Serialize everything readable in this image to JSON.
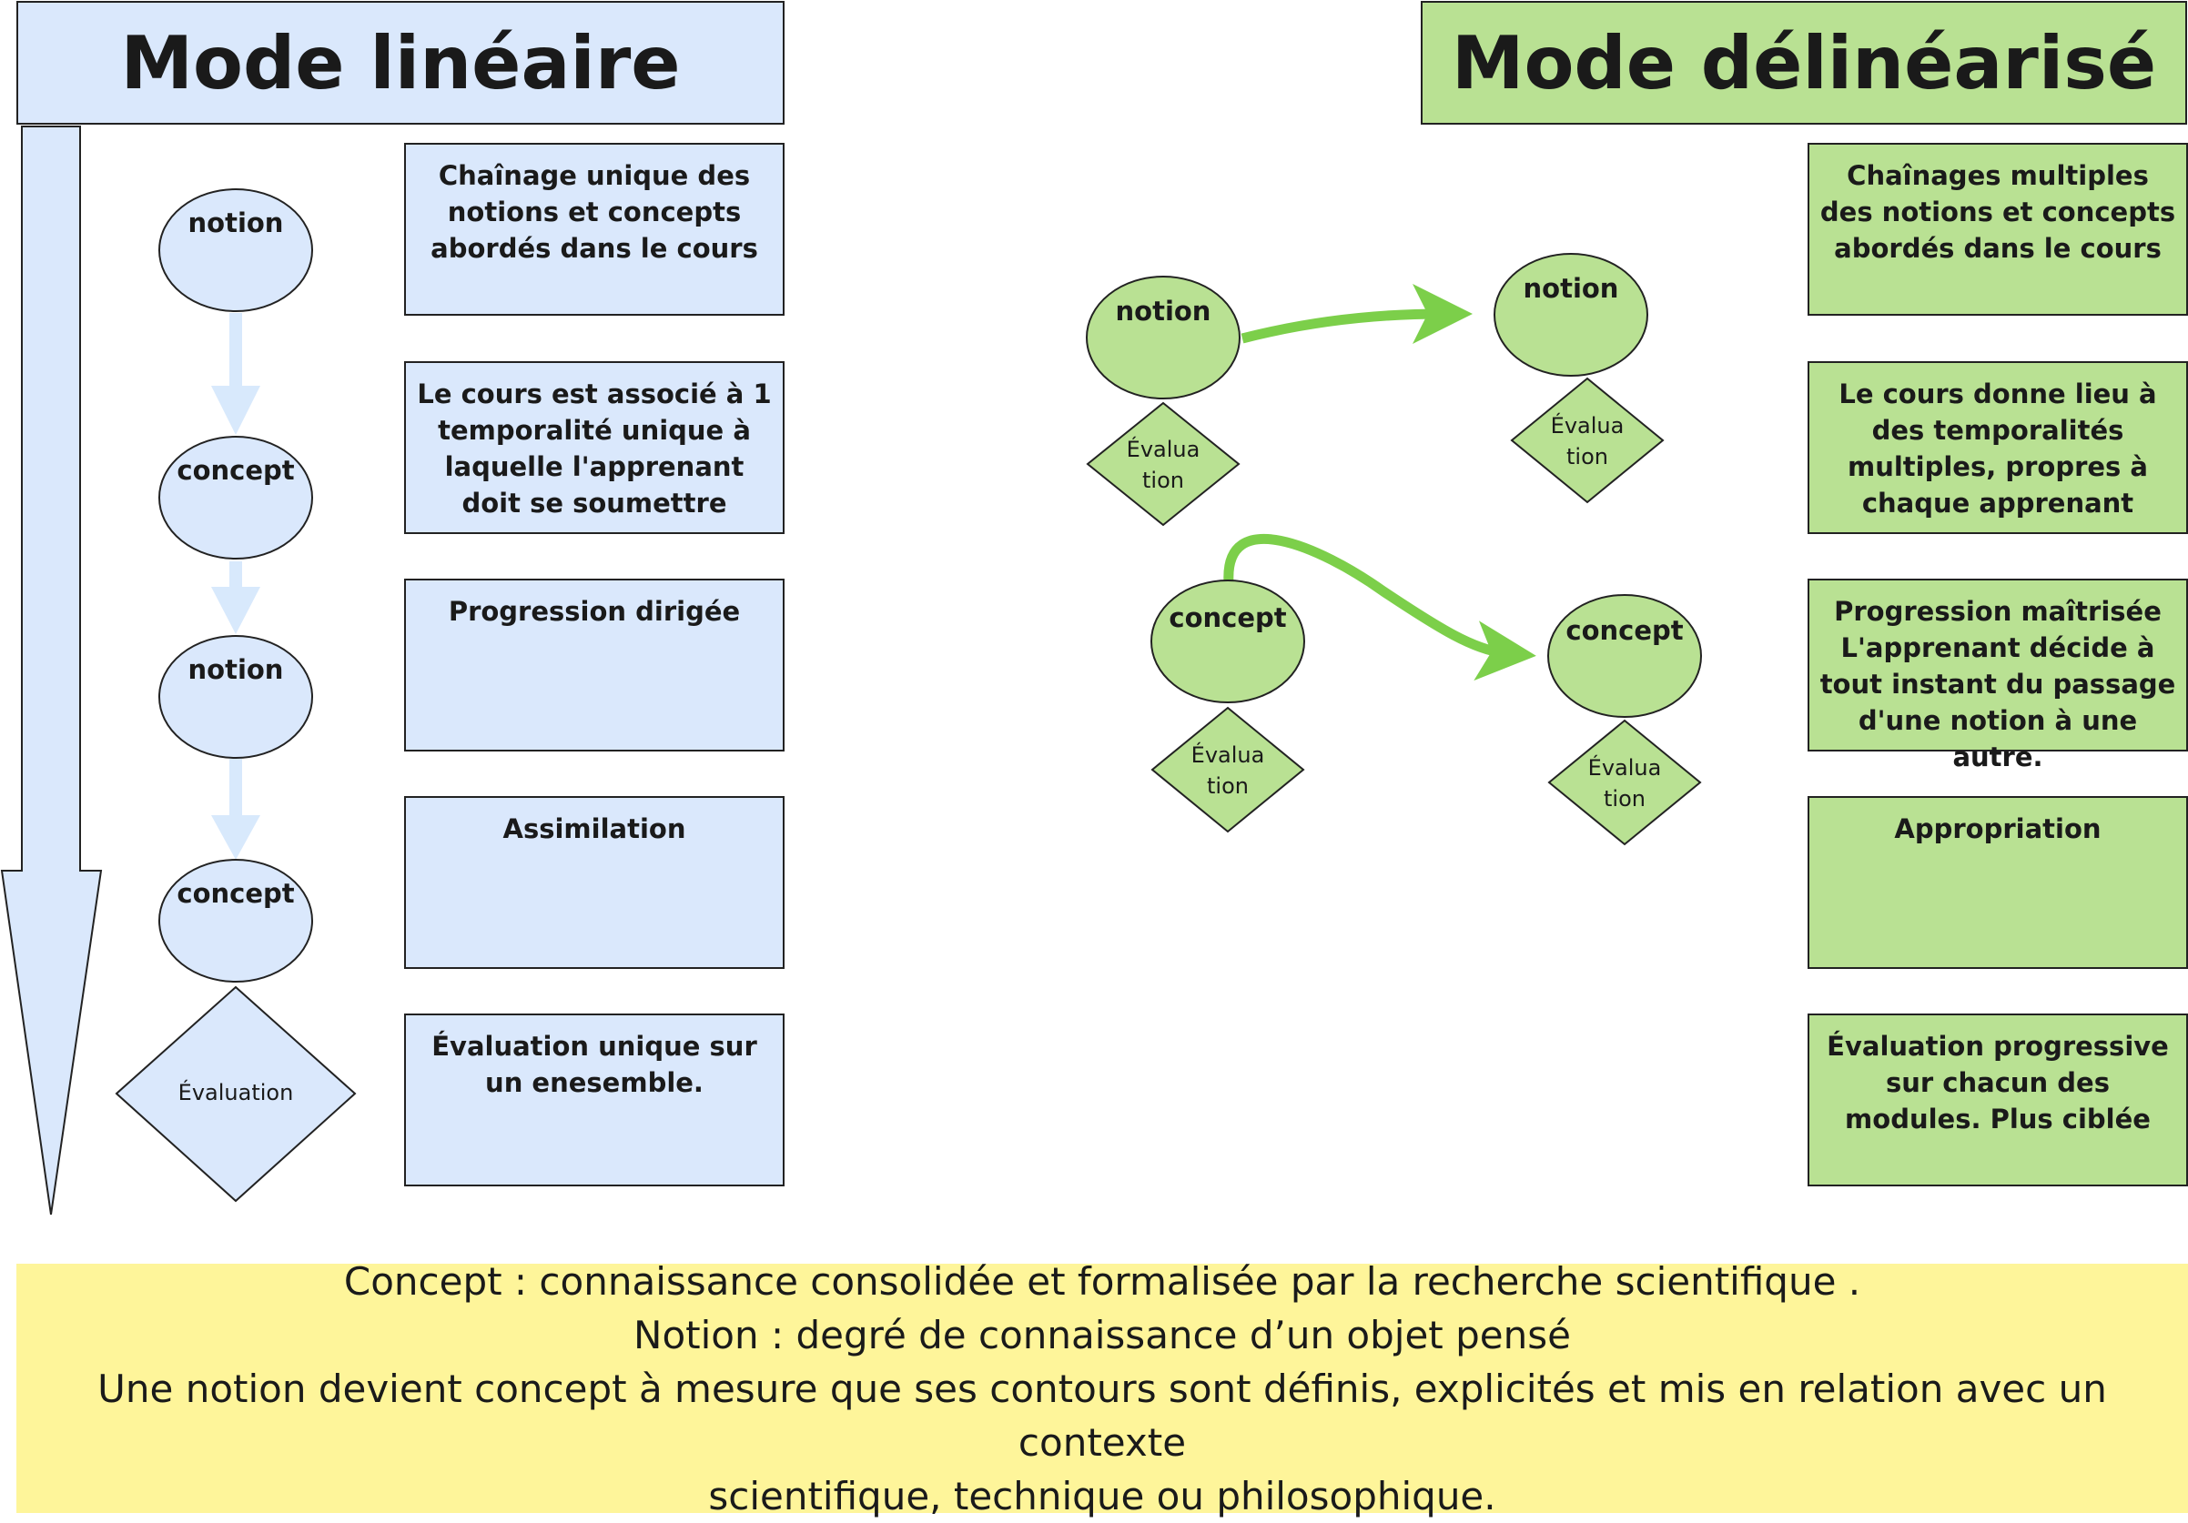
{
  "headers": {
    "left": "Mode linéaire",
    "right": "Mode délinéarisé"
  },
  "left": {
    "nodes": [
      "notion",
      "concept",
      "notion",
      "concept"
    ],
    "evaluation": "Évaluation",
    "boxes": [
      "Chaînage unique des notions et concepts abordés dans le cours",
      "Le cours est associé à 1 temporalité unique à laquelle l'apprenant doit se soumettre",
      "Progression dirigée",
      "Assimilation",
      "Évaluation unique sur un enesemble."
    ]
  },
  "right": {
    "nodes": [
      "notion",
      "notion",
      "concept",
      "concept"
    ],
    "eval_lines": [
      "Évalua",
      "tion"
    ],
    "boxes": [
      "Chaînages multiples des notions et concepts abordés dans le cours",
      "Le cours donne lieu à des temporalités multiples, propres à chaque apprenant",
      "Progression maîtrisée L'apprenant décide à tout instant du passage d'une notion à une autre.",
      "Appropriation",
      "Évaluation progressive sur chacun des modules. Plus ciblée"
    ]
  },
  "footer": {
    "line1": "Concept : connaissance consolidée et formalisée par la recherche scientifique .",
    "line2": "Notion : degré de connaissance d’un objet pensé",
    "line3": "Une notion devient concept à mesure que ses contours sont définis,  explicités et mis en relation avec un contexte",
    "line4": "scientifique, technique ou philosophique."
  },
  "colors": {
    "blue": "#dae8fc",
    "green": "#b9e193",
    "arrow_green": "#7ccf4a",
    "yellow": "#fef59a"
  }
}
